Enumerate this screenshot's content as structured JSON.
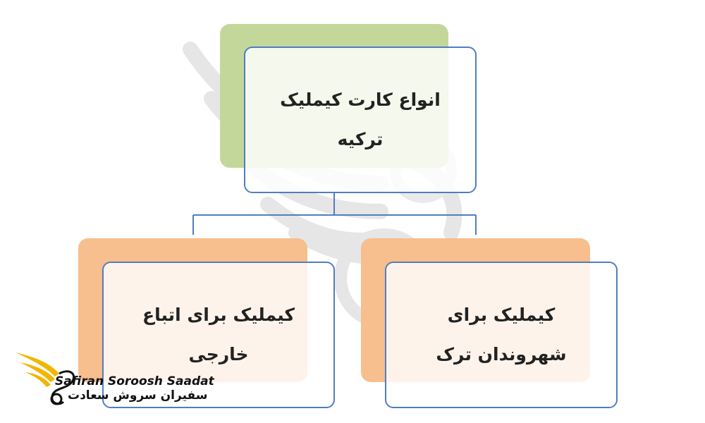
{
  "diagram": {
    "root": {
      "label": "انواع کارت کیملیک ترکیه"
    },
    "children": [
      {
        "label": "کیملیک برای اتباع خارجی"
      },
      {
        "label": "کیملیک برای شهروندان ترک"
      }
    ]
  },
  "colors": {
    "border": "#4f7ec2",
    "root_accent": "#c4d79b",
    "child_accent": "#f7be8e",
    "connector": "#4f7ec2",
    "logo_gold": "#f2b600"
  },
  "logo": {
    "name_en": "Safiran Soroosh Saadat",
    "name_fa": "سفیران سروش سعادت",
    "icon": "phoenix-logo-icon"
  },
  "watermark": {
    "icon": "phoenix-watermark-icon"
  }
}
